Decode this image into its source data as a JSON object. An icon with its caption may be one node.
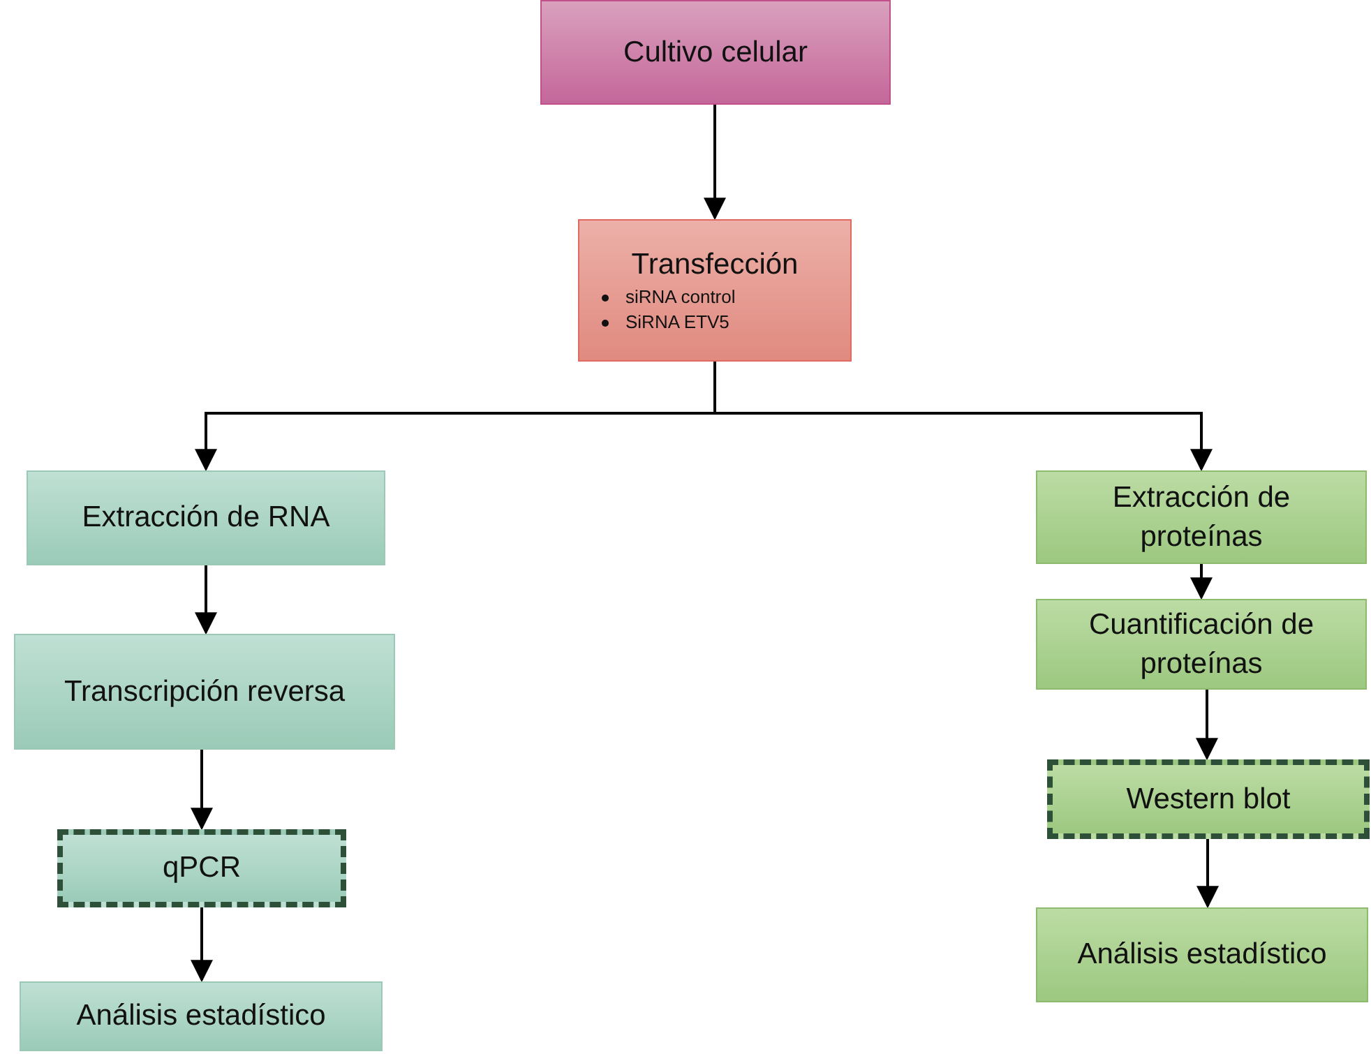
{
  "diagram": {
    "nodes": [
      {
        "text": [
          "Cultivo celular"
        ]
      },
      {
        "text": [
          "Transfección",
          "siRNA control",
          "SiRNA ETV5"
        ]
      },
      {
        "text": [
          "Extracción de RNA"
        ]
      },
      {
        "text": [
          "Transcripción reversa"
        ]
      },
      {
        "text": [
          "qPCR"
        ]
      },
      {
        "text": [
          "Análisis estadístico"
        ]
      },
      {
        "text": [
          "Extracción de proteínas"
        ]
      },
      {
        "text": [
          "Cuantificación de proteínas"
        ]
      },
      {
        "text": [
          "Western blot"
        ]
      },
      {
        "text": [
          "Análisis estadístico"
        ]
      }
    ],
    "edges": [
      {
        "from": 0,
        "to": 1,
        "arrow": "to"
      },
      {
        "from": 1,
        "to": 2,
        "arrow": "to"
      },
      {
        "from": 1,
        "to": 6,
        "arrow": "to"
      },
      {
        "from": 2,
        "to": 3,
        "arrow": "to"
      },
      {
        "from": 3,
        "to": 4,
        "arrow": "to"
      },
      {
        "from": 4,
        "to": 5,
        "arrow": "to"
      },
      {
        "from": 6,
        "to": 7,
        "arrow": "to"
      },
      {
        "from": 7,
        "to": 8,
        "arrow": "to"
      },
      {
        "from": 8,
        "to": 9,
        "arrow": "to"
      }
    ]
  }
}
